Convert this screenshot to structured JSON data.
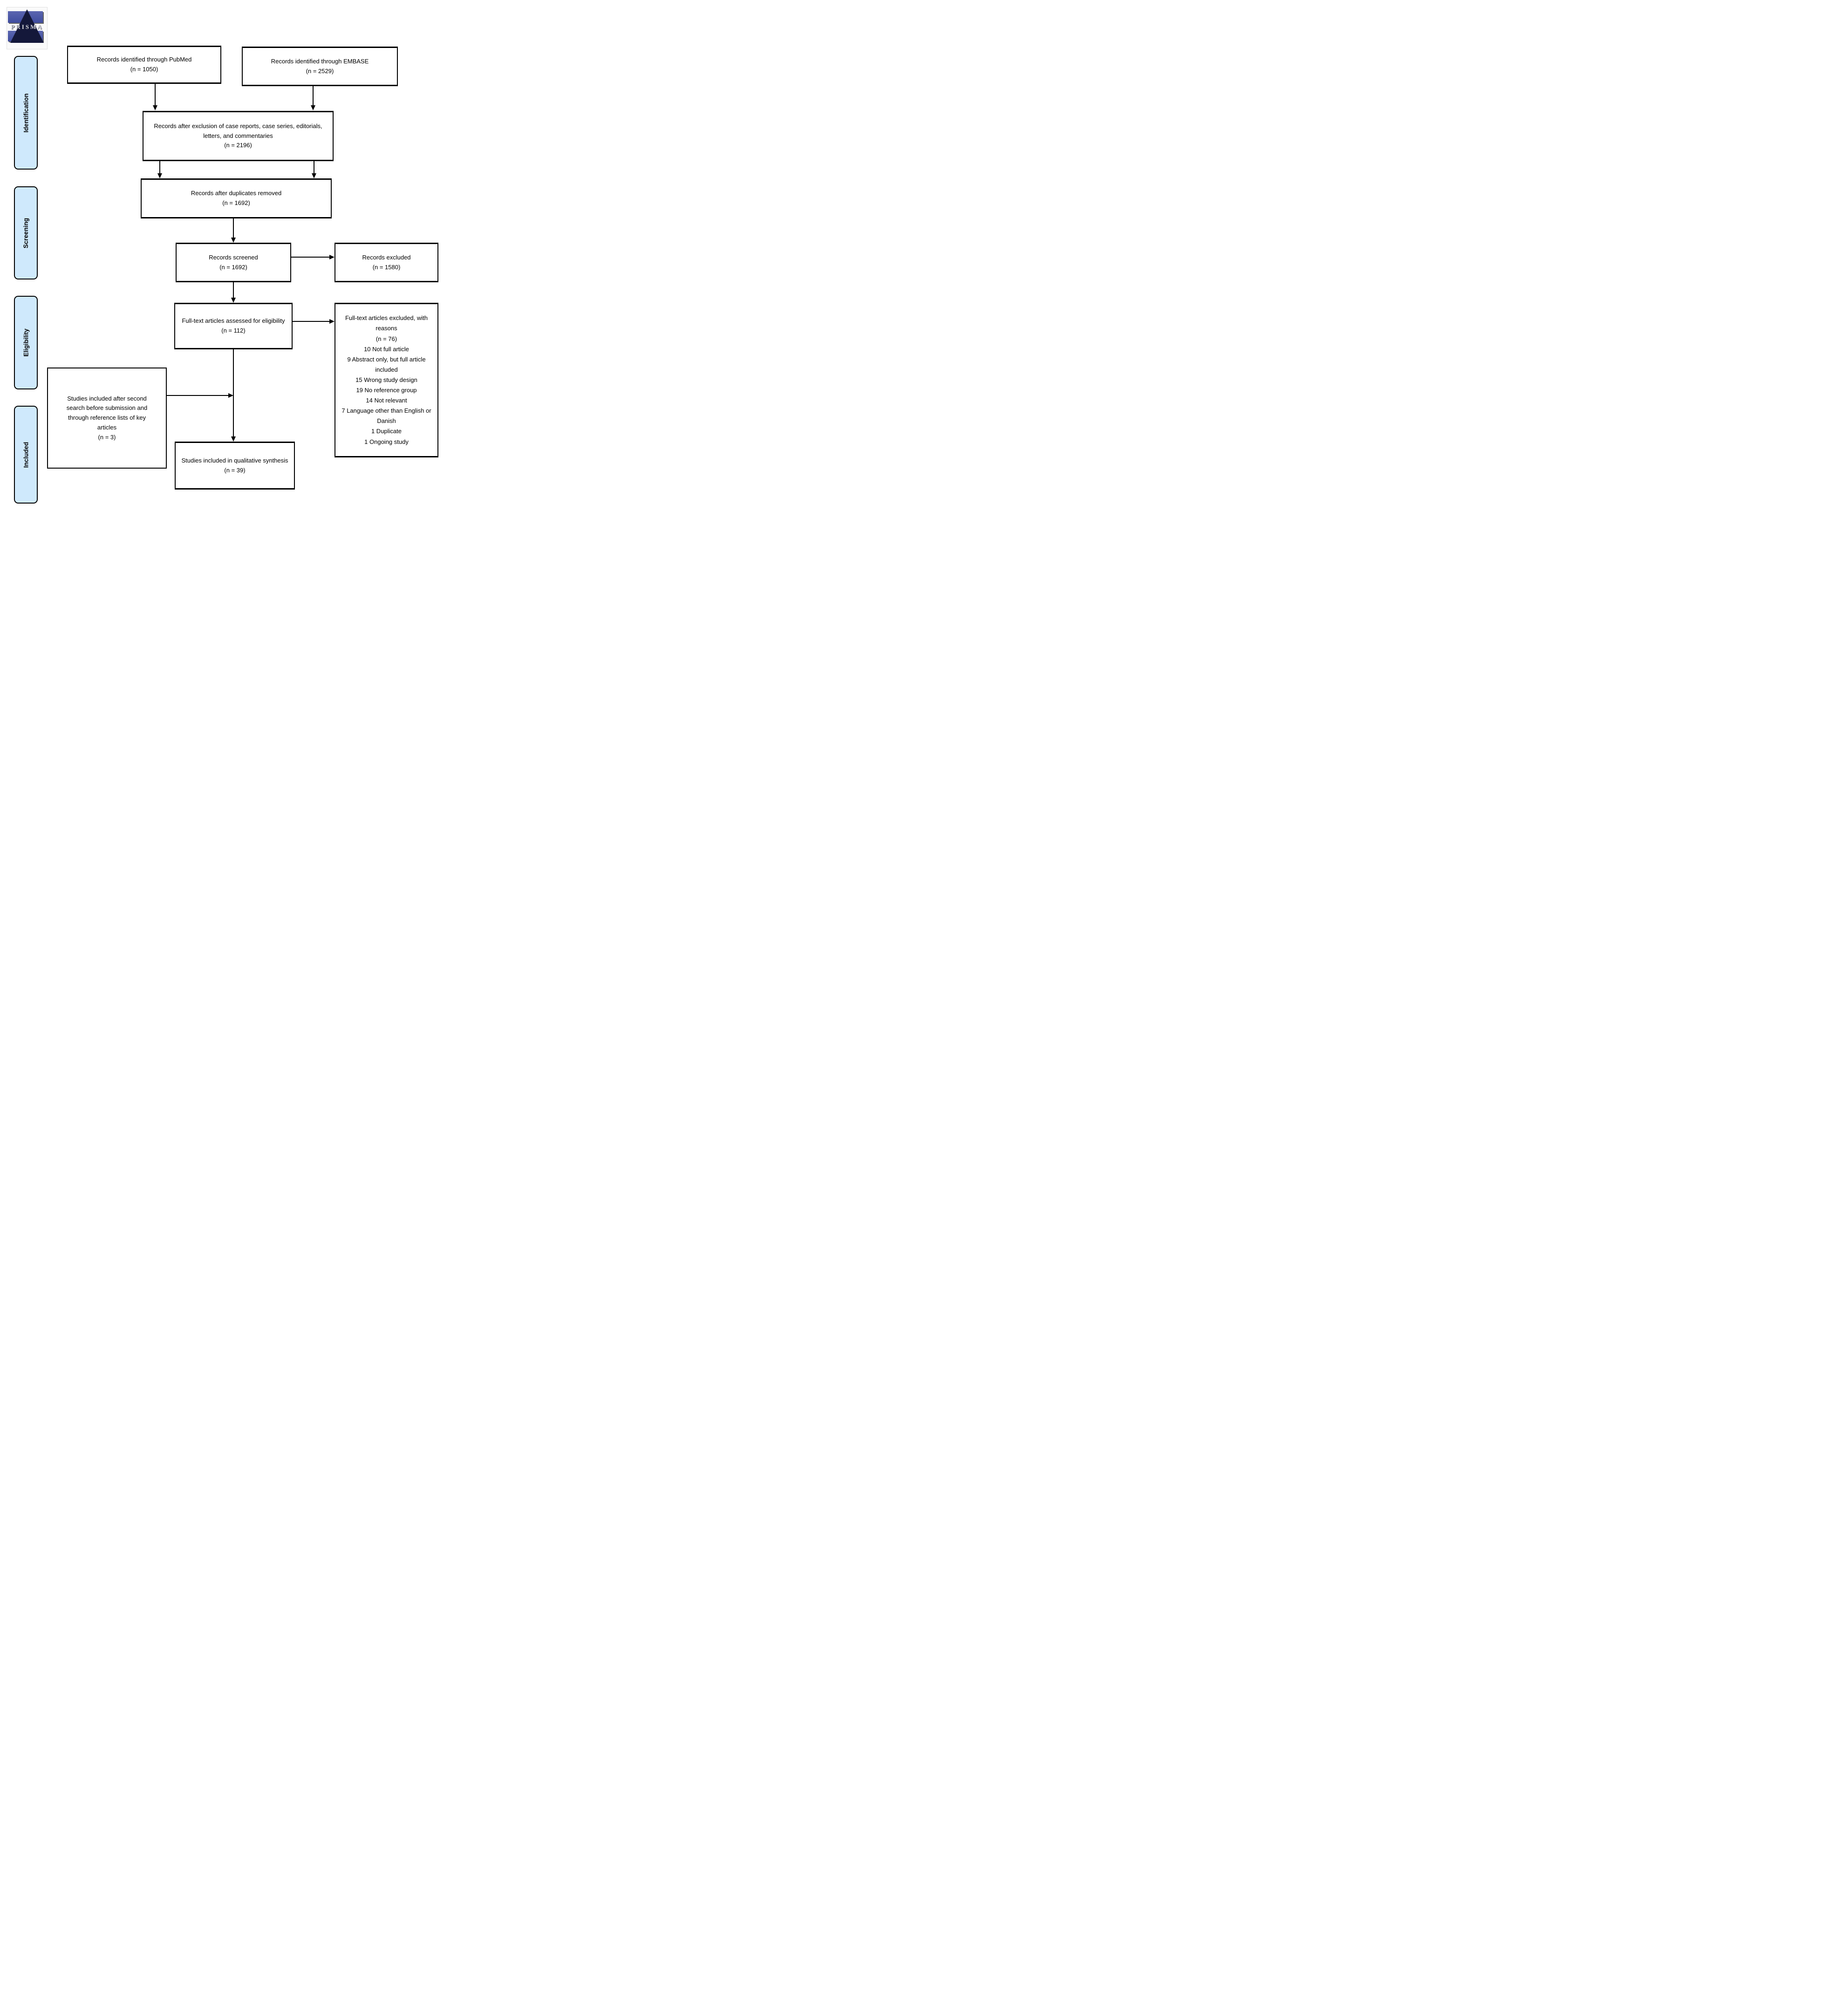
{
  "logo": {
    "text": "PRISMA"
  },
  "sidebar": {
    "labels": [
      {
        "id": "identification",
        "label": "Identification"
      },
      {
        "id": "screening",
        "label": "Screening"
      },
      {
        "id": "eligibility",
        "label": "Eligibility"
      },
      {
        "id": "included",
        "label": "Included"
      }
    ]
  },
  "boxes": {
    "pubmed": {
      "text": "Records identified through PubMed",
      "n": "(n = 1050)"
    },
    "embase": {
      "text": "Records identified through EMBASE",
      "n": "(n = 2529)"
    },
    "exclusion": {
      "text": "Records after exclusion of case reports, case series, editorials, letters, and commentaries",
      "n": "(n = 2196)"
    },
    "duplicates": {
      "text": "Records after duplicates removed",
      "n": "(n = 1692)"
    },
    "screened": {
      "text": "Records screened",
      "n": "(n = 1692)"
    },
    "excluded": {
      "text": "Records excluded",
      "n": "(n = 1580)"
    },
    "fulltext": {
      "text": "Full-text articles assessed for eligibility",
      "n": "(n = 112)"
    },
    "fulltext_excluded": {
      "text": "Full-text articles excluded, with reasons",
      "n": "(n = 76)",
      "reasons": [
        "10 Not full article",
        "9 Abstract only, but full article included",
        "15 Wrong study design",
        "19 No reference group",
        "14 Not relevant",
        "7 Language other than English or Danish",
        "1 Duplicate",
        "1 Ongoing study"
      ]
    },
    "second_search": {
      "text": "Studies included after second search before submission and through reference lists of key articles",
      "n": "(n = 3)"
    },
    "qualitative": {
      "text": "Studies included in qualitative synthesis",
      "n": "(n = 39)"
    }
  },
  "colors": {
    "phase_fill": "#cfe9fc",
    "line_color": "#000000",
    "logo_blue": "#46529f",
    "logo_navy": "#14183a"
  }
}
